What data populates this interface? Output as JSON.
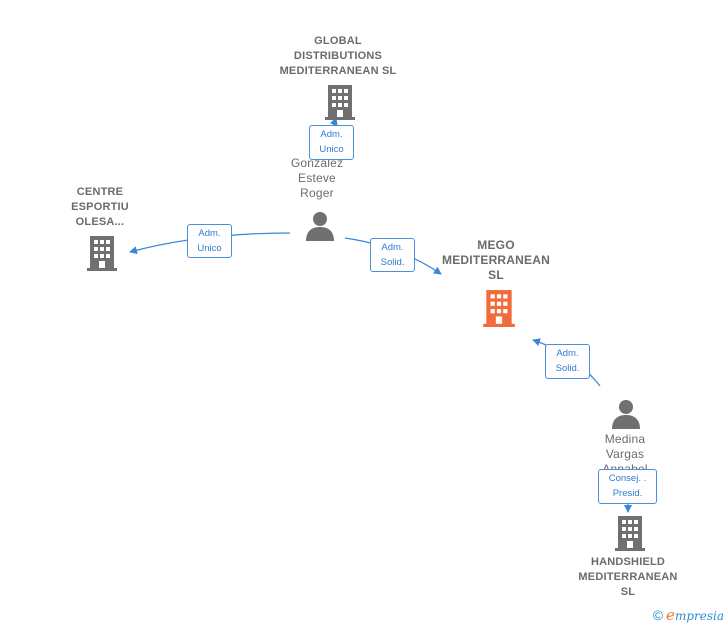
{
  "nodes": {
    "global": {
      "label": "GLOBAL DISTRIBUTIONS MEDITERRANEAN SL",
      "lines": [
        "GLOBAL",
        "DISTRIBUTIONS",
        "MEDITERRANEAN SL"
      ]
    },
    "centre": {
      "label": "CENTRE ESPORTIU OLESA...",
      "lines": [
        "CENTRE",
        "ESPORTIU",
        "OLESA..."
      ]
    },
    "mego": {
      "label": "MEGO MEDITERRANEAN SL",
      "lines": [
        "MEGO",
        "MEDITERRANEAN",
        "SL"
      ]
    },
    "handshield": {
      "label": "HANDSHIELD MEDITERRANEAN SL",
      "lines": [
        "HANDSHIELD",
        "MEDITERRANEAN",
        "SL"
      ]
    },
    "gonzalez": {
      "label": "Gonzalez Esteve Roger",
      "lines": [
        "Gonzalez",
        "Esteve",
        "Roger"
      ]
    },
    "medina": {
      "label": "Medina Vargas Annabel",
      "lines": [
        "Medina",
        "Vargas",
        "Annabel"
      ]
    }
  },
  "roles": {
    "gonzalez_global": [
      "Adm.",
      "Unico"
    ],
    "gonzalez_centre": [
      "Adm.",
      "Unico"
    ],
    "gonzalez_mego": [
      "Adm.",
      "Solid."
    ],
    "medina_mego": [
      "Adm.",
      "Solid."
    ],
    "medina_handshield": [
      "Consej. .",
      "Presid."
    ]
  },
  "colors": {
    "company": "#707070",
    "focus_company": "#f26b3a",
    "person": "#707070",
    "edge": "#3a86d6"
  },
  "brand": {
    "copyright": "©",
    "initial": "e",
    "rest": "mpresia"
  }
}
